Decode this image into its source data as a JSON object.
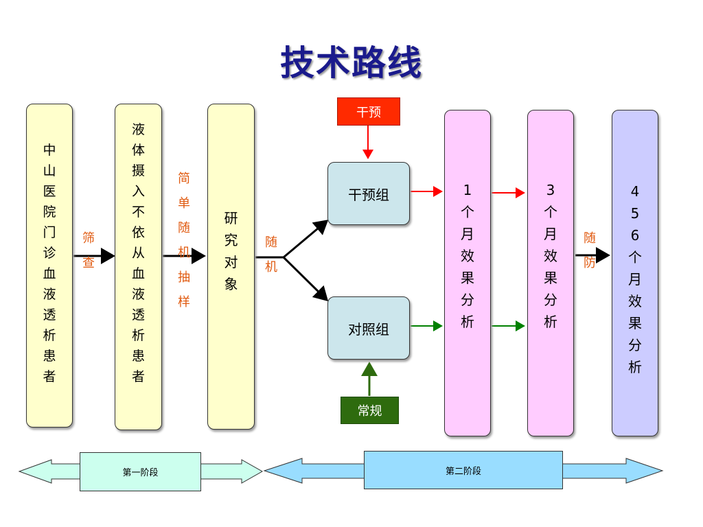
{
  "title": "技术路线",
  "boxes": {
    "outpatients": "中\n山\n医\n院\n门\n诊\n血\n液\n透\n析\n患\n者",
    "nonadherent": "液\n体\n摄\n入\n不\n依\n从\n血\n液\n透\n析\n患\n者",
    "subjects": "研\n究\n对\n象",
    "month1": "1\n个\n月\n效\n果\n分\n析",
    "month3": "3\n个\n月\n效\n果\n分\n析",
    "month456": "4\n5\n6\n个\n月\n效\n果\n分\n析"
  },
  "groups": {
    "intervention": "干预组",
    "control": "对照组"
  },
  "tags": {
    "intervene": "干预",
    "routine": "常规"
  },
  "labels": {
    "screening": "筛\n查",
    "sampling": "简\n单\n随\n机\n抽\n样",
    "random": "随\n机",
    "followup": "随\n防"
  },
  "stages": {
    "stage1": "第一阶段",
    "stage2": "第二阶段"
  },
  "colors": {
    "title": "#1a1a8c",
    "label_orange": "#e05a10",
    "tag_red": "#ff2a00",
    "tag_green": "#2e6b0e",
    "arrow_red": "#ff0000",
    "arrow_green": "#008000",
    "box_cream": "#ffffcc",
    "box_pink": "#ffccff",
    "box_lavender": "#ccccff",
    "group_box": "#cce6ec",
    "stage1_fill": "#ccffee",
    "stage2_fill": "#99ddff"
  }
}
